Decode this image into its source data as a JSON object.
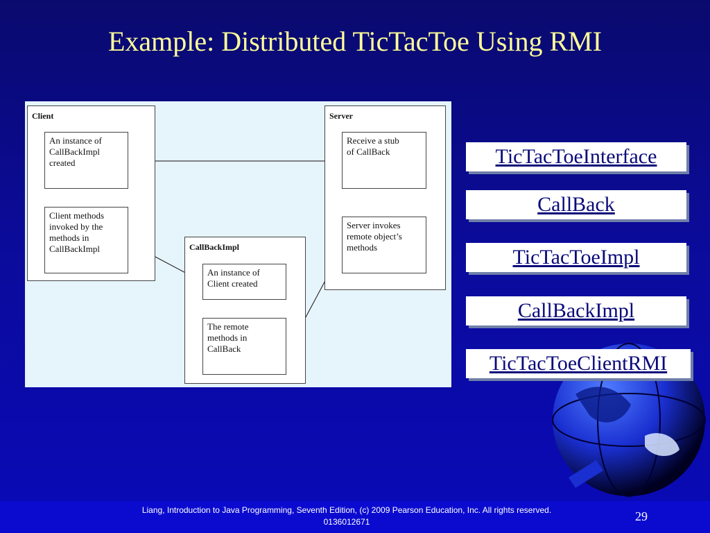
{
  "slide": {
    "title": "Example: Distributed TicTacToe Using RMI",
    "page_number": "29"
  },
  "diagram": {
    "client": {
      "header": "Client",
      "instance_text": "An instance of\nCallBackImpl\ncreated",
      "methods_text": "Client methods\ninvoked by the\nmethods in\nCallBackImpl"
    },
    "server": {
      "header": "Server",
      "receive_text": "Receive a stub\nof CallBack",
      "invoke_text": "Server invokes\nremote object’s\nmethods"
    },
    "callbackimpl": {
      "header": "CallBackImpl",
      "instance_text": "An instance of\nClient created",
      "remote_text": "The remote\nmethods in\nCallBack"
    }
  },
  "links": [
    {
      "label": "TicTacToeInterface"
    },
    {
      "label": "CallBack"
    },
    {
      "label": "TicTacToeImpl"
    },
    {
      "label": "CallBackImpl"
    },
    {
      "label": "TicTacToeClientRMI"
    }
  ],
  "footer": {
    "copyright": "Liang, Introduction to Java Programming, Seventh Edition, (c) 2009 Pearson Education, Inc. All rights reserved. 0136012671"
  },
  "colors": {
    "title": "#ffff99",
    "link_text": "#0a0a7a",
    "footer_bg": "#0b0bd0"
  },
  "icons": [
    "globe-icon"
  ]
}
